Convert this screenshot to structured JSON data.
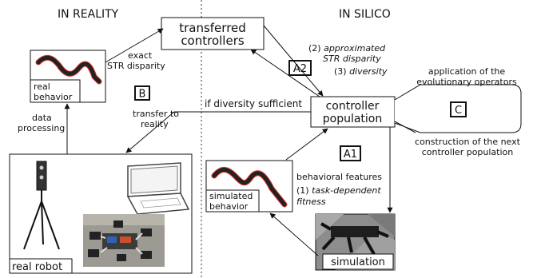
{
  "headers": {
    "left": "IN REALITY",
    "right": "IN SILICO"
  },
  "boxes": {
    "transferred": [
      "transferred",
      "controllers"
    ],
    "population": [
      "controller",
      "population"
    ],
    "real_behavior": [
      "real",
      "behavior"
    ],
    "simulated_behavior": [
      "simulated",
      "behavior"
    ],
    "real_robot": "real robot",
    "simulation": "simulation"
  },
  "badges": {
    "a1": "A1",
    "a2": "A2",
    "b": "B",
    "c": "C"
  },
  "labels": {
    "exact_str": [
      "exact",
      "STR disparity"
    ],
    "approx_str": [
      "(2) ",
      "approximated",
      "STR disparity"
    ],
    "diversity": [
      "(3) ",
      "diversity"
    ],
    "if_diversity": "if diversity sufficient",
    "transfer_to_reality": [
      "transfer to",
      "reality"
    ],
    "data_processing": [
      "data",
      "processing"
    ],
    "behavioral_features": "behavioral features",
    "task_fitness": [
      "(1) ",
      "task-dependent",
      "fitness"
    ],
    "evolutionary_ops": [
      "application of the",
      "evolutionary operators"
    ],
    "construction": [
      "construction of the next",
      "controller population"
    ]
  },
  "colors": {
    "curve_dark": "#222222",
    "curve_accent": "#e0392e",
    "divider": "#555555"
  }
}
